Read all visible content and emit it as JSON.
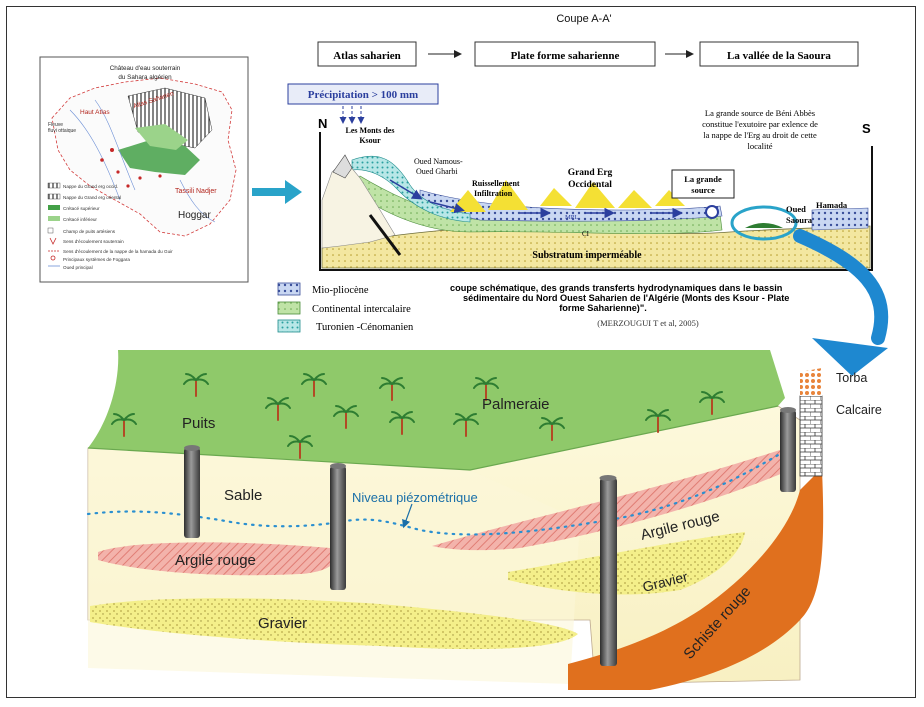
{
  "title": "Coupe A-A'",
  "flow": {
    "step1": "Atlas saharien",
    "step2": "Plate forme saharienne",
    "step3": "La vallée de la Saoura"
  },
  "map": {
    "title_line1": "Château d'eau souterrain",
    "title_line2": "du Sahara algérien",
    "haut_atlas": "Haut Atlas",
    "atlas_saharien": "Atlas Saharien",
    "fleuve": "Fleuve",
    "fleuve2": "fluvi ottaique",
    "tassili": "Tassili Nadjer",
    "hoggar": "Hoggar",
    "legend": [
      "Nappe du Grand erg occid.",
      "Nappe du Grand erg oriental",
      "Crétacé supérieur",
      "Crétacé inférieur",
      "Champ de puits artésiens",
      "Sens d'écoulement souterrain",
      "Sens d'écoulement de la nappe de la hamada du Guir",
      "Principaux systèmes de Foggara",
      "Oued principal"
    ]
  },
  "section": {
    "precip": "Précipitation > 100 mm",
    "north": "N",
    "south": "S",
    "monts": "Les Monts des Ksour",
    "oued_namous_1": "Oued Namous-",
    "oued_namous_2": "Oued Gharbi",
    "ruissellement": "Ruissellement",
    "infiltration": "Infiltration",
    "grand_erg_1": "Grand Erg",
    "grand_erg_2": "Occidental",
    "source_box_1": "La grande",
    "source_box_2": "source",
    "note": [
      "La grande source de Béni Abbès",
      "constitue l'exutoire par exlence de",
      "la nappe de l'Erg au droit de cette",
      "localité"
    ],
    "oued_saoura_1": "Oued",
    "oued_saoura_2": "Saoura",
    "hamada": "Hamada",
    "mpl": "MPL",
    "ci": "CI",
    "substratum": "Substratum imperméable"
  },
  "legend": {
    "mio": "Mio-pliocène",
    "ci": "Continental intercalaire",
    "turonien": "Turonien -Cénomanien"
  },
  "caption": {
    "line1": "coupe schématique, des grands transferts hydrodynamiques dans le bassin",
    "line2": "sédimentaire du Nord Ouest Saharien de l'Algérie (Monts des Ksour - Plate",
    "line3": "forme Saharienne)\".",
    "ref": "(MERZOUGUI T et al, 2005)"
  },
  "block": {
    "palmeraie": "Palmeraie",
    "puits": "Puits",
    "sable": "Sable",
    "niveau": "Niveau piézométrique",
    "argile_left": "Argile rouge",
    "argile_right": "Argile rouge",
    "gravier_left": "Gravier",
    "gravier_right": "Gravier",
    "schiste": "Schiste rouge",
    "torba": "Torba",
    "calcaire": "Calcaire"
  },
  "colors": {
    "green_top": "#8fc96a",
    "sand": "#fbf6cf",
    "argile": "#f2a6a0",
    "gravier": "#f3ee86",
    "schiste": "#e0701e",
    "water_arrow": "#1e88d0",
    "well": "#555555"
  }
}
